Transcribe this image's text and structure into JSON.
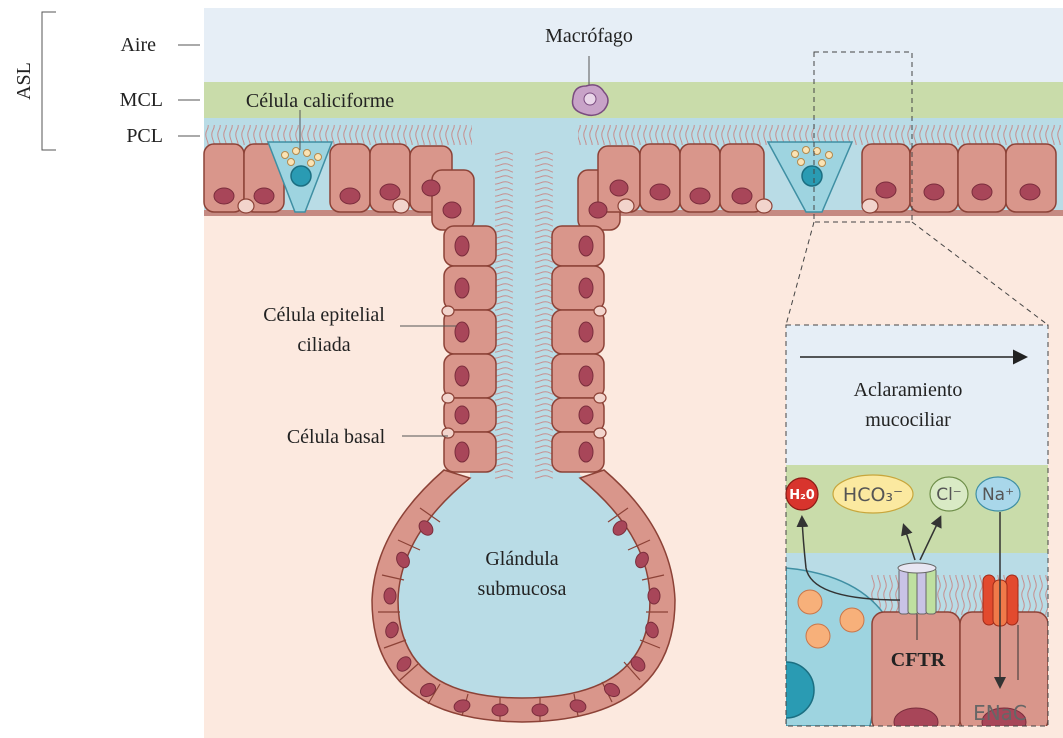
{
  "layers": {
    "group": "ASL",
    "air": "Aire",
    "mcl": "MCL",
    "pcl": "PCL"
  },
  "cells": {
    "macrophage": "Macrófago",
    "goblet": "Célula caliciforme",
    "ciliated_line1": "Célula epitelial",
    "ciliated_line2": "ciliada",
    "basal": "Célula basal",
    "gland_line1": "Glándula",
    "gland_line2": "submucosa"
  },
  "inset": {
    "clearance_line1": "Aclaramiento",
    "clearance_line2": "mucociliar",
    "ions": {
      "water": "H₂0",
      "bicarbonate": "HCO₃⁻",
      "chloride": "Cl⁻",
      "sodium": "Na⁺"
    },
    "cftr": "CFTR",
    "enac": "ENaC"
  },
  "colors": {
    "air": "#e6eef6",
    "mcl": "#c9dcaa",
    "pcl": "#b9dce6",
    "submucosa": "#fce9df",
    "cell_fill": "#d9968b",
    "cell_stroke": "#8c4237",
    "nucleus": "#a84659",
    "goblet": "#9ed4e0",
    "water": "#d8342d",
    "bicarbonate": "#fbe9a0",
    "chloride": "#d9eac5",
    "sodium": "#a9d7ea",
    "enac": "#e24a2e",
    "cftr_green": "#bfe0a0",
    "cftr_purple": "#c9c3e6"
  }
}
